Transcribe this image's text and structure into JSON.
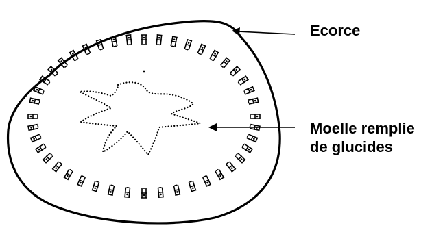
{
  "labels": {
    "ecorce": "Ecorce",
    "moelle_line1": "Moelle remplie",
    "moelle_line2": "de glucides"
  },
  "colors": {
    "ink": "#000000",
    "background": "#ffffff"
  }
}
